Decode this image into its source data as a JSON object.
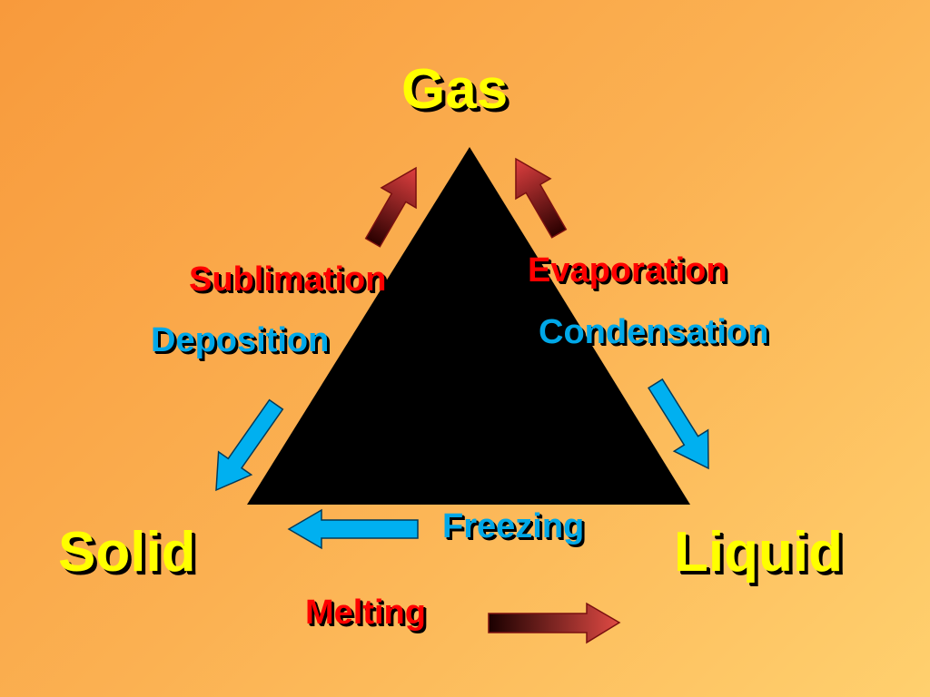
{
  "states": {
    "gas": "Gas",
    "solid": "Solid",
    "liquid": "Liquid"
  },
  "processes": {
    "sublimation": "Sublimation",
    "deposition": "Deposition",
    "evaporation": "Evaporation",
    "condensation": "Condensation",
    "freezing": "Freezing",
    "melting": "Melting"
  },
  "colors": {
    "background": "#f89a3c",
    "state_text": "#ffff00",
    "heat_process_text": "#ff0000",
    "cool_process_text": "#00a8e8",
    "heat_arrow": "#e0403a",
    "cool_arrow": "#00b0f0",
    "triangle": "#000000"
  }
}
